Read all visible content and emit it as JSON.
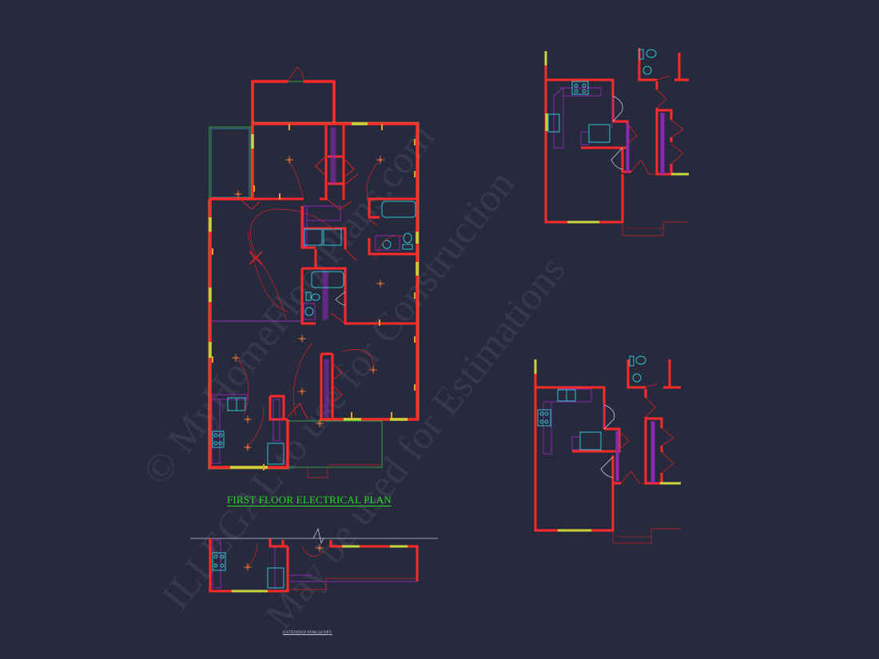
{
  "drawing": {
    "main_plan_title": "FIRST FLOOR ELECTRICAL PLAN",
    "porch_option_title": "EXTENDED PORCH OPT."
  },
  "watermark": {
    "line1": "© MyHomeFloorPlans.com",
    "line2": "ILLEGAL to use for Construction",
    "line3": "May be used for Estimations"
  },
  "colors": {
    "background": "#262a3c",
    "walls": "#ff2a2a",
    "wall_outline": "#ff9a3c",
    "fixtures": "#2fc4d4",
    "cabinets": "#8a2ab0",
    "windows": "#c8d438",
    "porch_outline": "#3aa04a",
    "circuits": "#d8202a",
    "title": "#22e01e"
  },
  "views": [
    {
      "name": "first-floor-electrical-plan"
    },
    {
      "name": "kitchen-alternate-1"
    },
    {
      "name": "kitchen-alternate-2"
    },
    {
      "name": "extended-porch-option"
    }
  ]
}
